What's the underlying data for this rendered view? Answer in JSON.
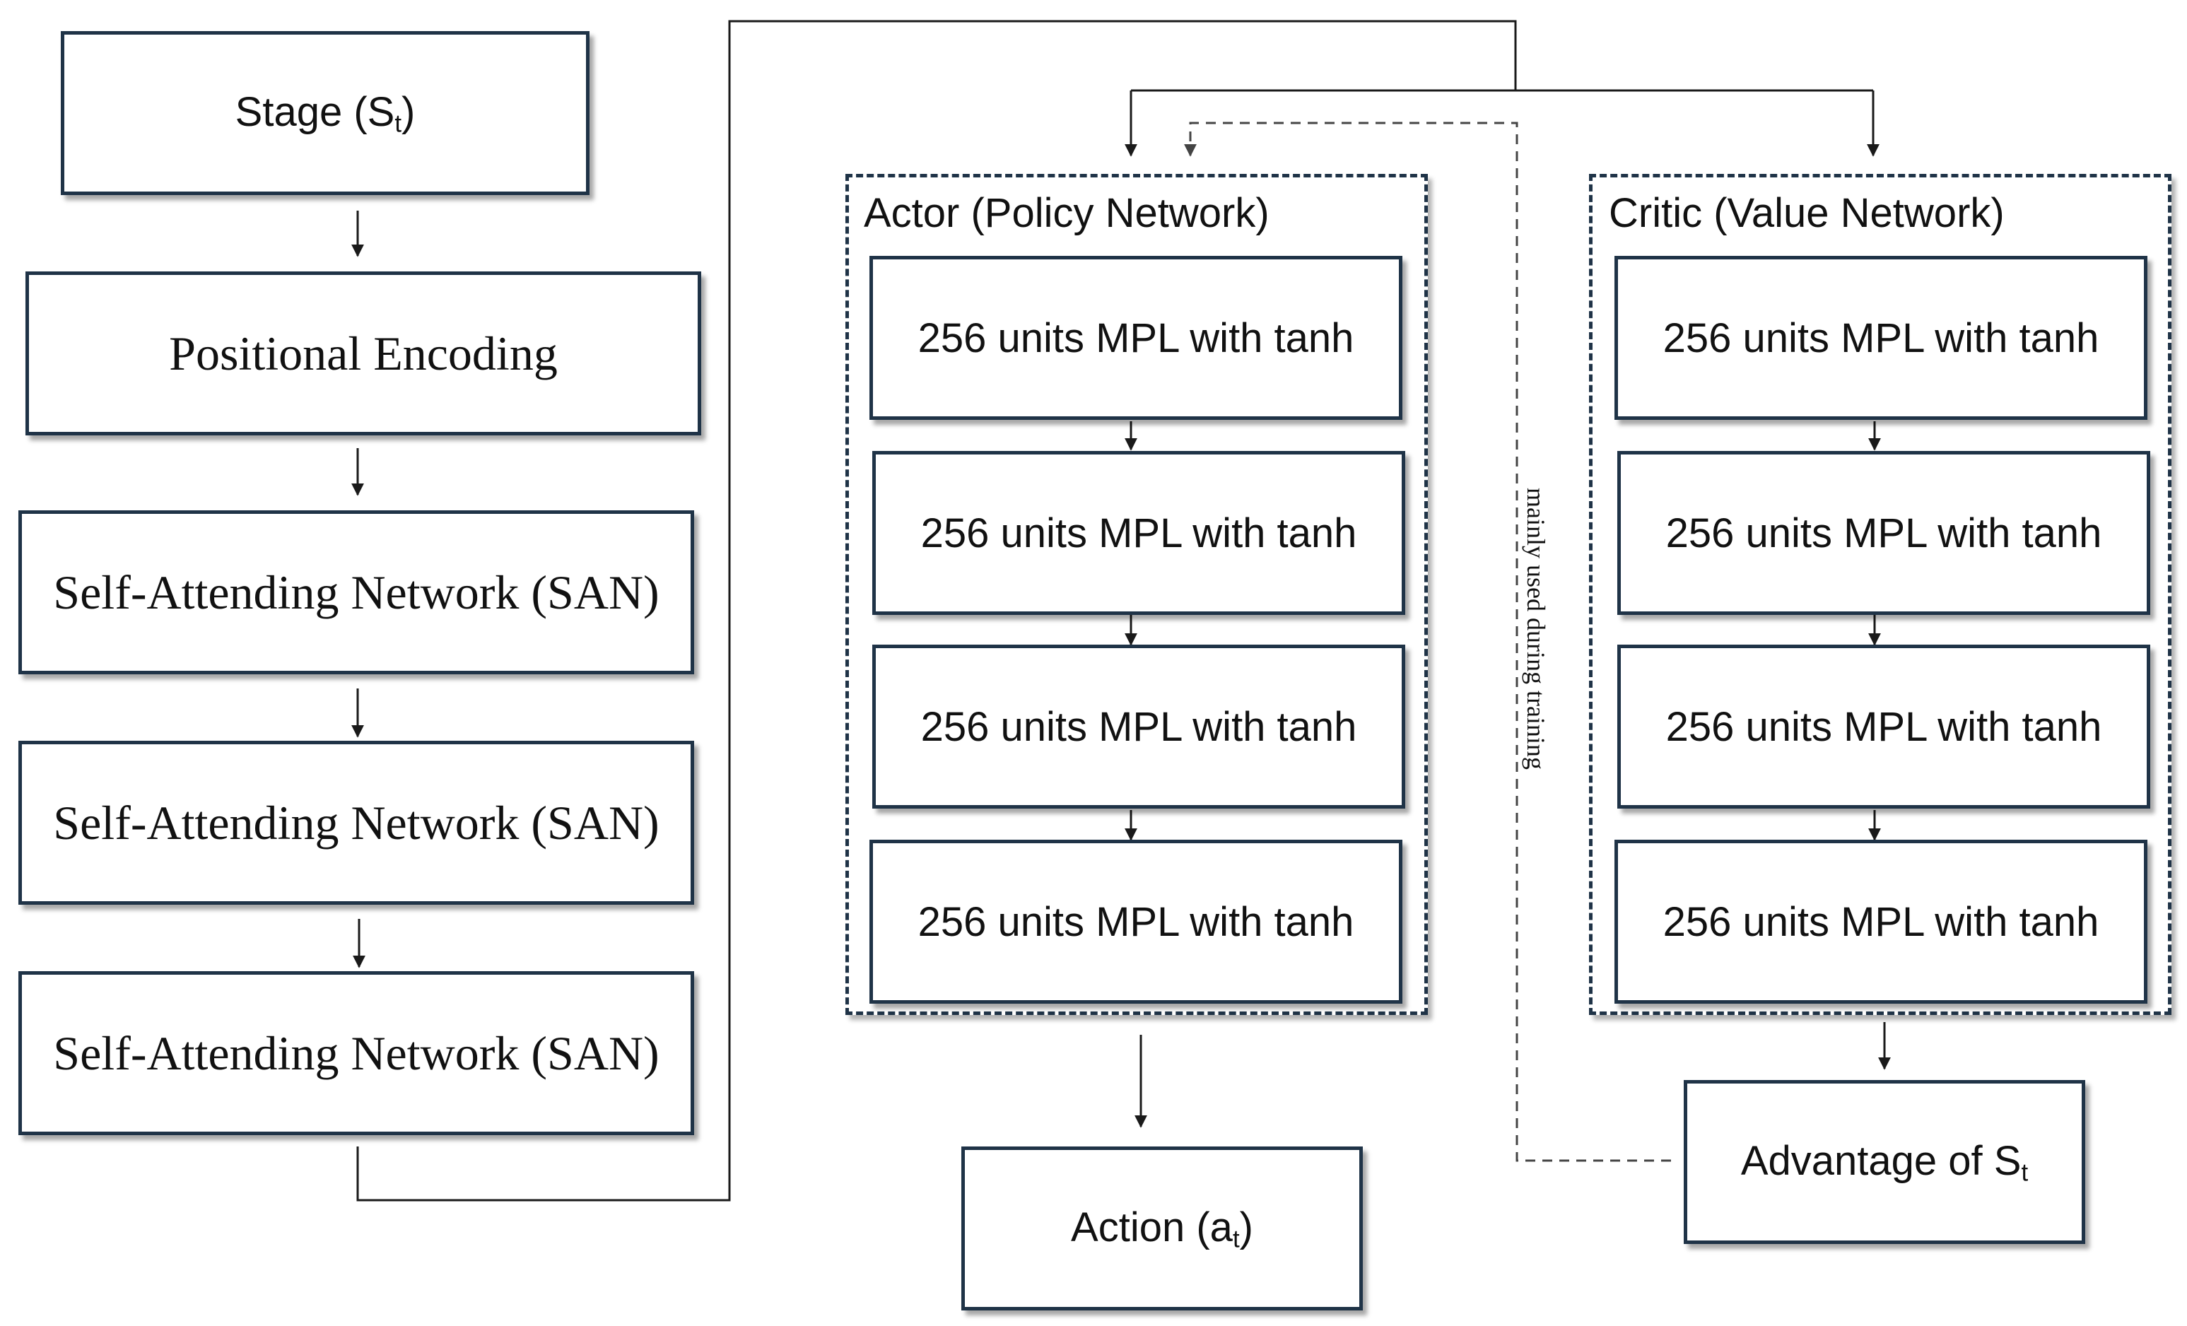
{
  "stage": {
    "label": "Stage (S",
    "sub": "t",
    "close": ")"
  },
  "positional_encoding": "Positional Encoding",
  "san_blocks": [
    "Self-Attending Network (SAN)",
    "Self-Attending Network (SAN)",
    "Self-Attending Network (SAN)"
  ],
  "actor": {
    "title": "Actor (Policy Network)",
    "layers": [
      "256 units MPL with tanh",
      "256 units MPL with tanh",
      "256 units MPL with tanh",
      "256 units MPL with tanh"
    ]
  },
  "critic": {
    "title": "Critic (Value Network)",
    "layers": [
      "256 units MPL with tanh",
      "256 units MPL with tanh",
      "256 units MPL with tanh",
      "256 units MPL with tanh"
    ]
  },
  "action": {
    "label": "Action (a",
    "sub": "t",
    "close": ")"
  },
  "advantage": {
    "label": "Advantage of S",
    "sub": "t"
  },
  "training_note": "mainly used during training",
  "colors": {
    "border": "#1f3347",
    "line": "#1a1a1a",
    "dashed_line": "#555555"
  }
}
